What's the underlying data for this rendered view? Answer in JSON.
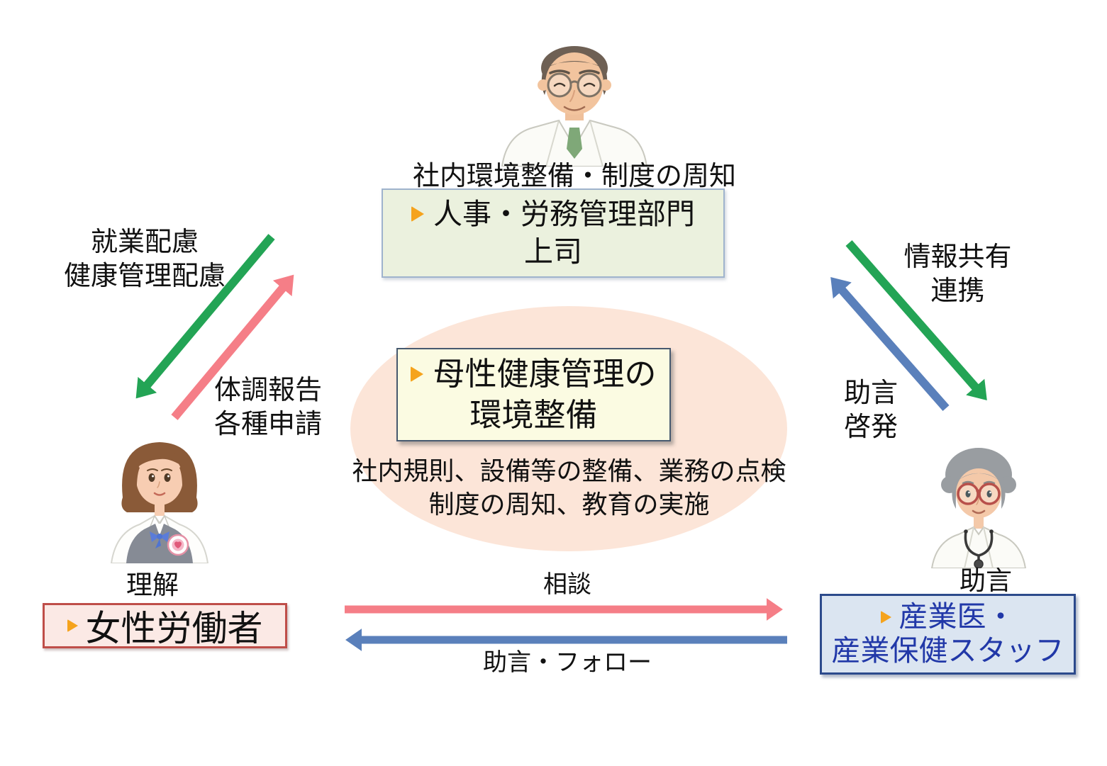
{
  "hr": {
    "caption": "社内環境整備・制度の周知",
    "line1": "人事・労務管理部門",
    "line2": "上司"
  },
  "center": {
    "line1": "母性健康管理の",
    "line2": "環境整備",
    "desc1": "社内規則、設備等の整備、業務の点検",
    "desc2": "制度の周知、教育の実施"
  },
  "worker": {
    "caption": "理解",
    "label": "女性労働者"
  },
  "staff": {
    "caption": "助言",
    "line1": "産業医・",
    "line2": "産業保健スタッフ"
  },
  "arrows": {
    "hr_to_worker": {
      "line1": "就業配慮",
      "line2": "健康管理配慮",
      "color": "#23a455"
    },
    "worker_to_hr": {
      "line1": "体調報告",
      "line2": "各種申請",
      "color": "#f57e87"
    },
    "hr_to_staff": {
      "line1": "情報共有",
      "line2": "連携",
      "color": "#23a455"
    },
    "staff_to_hr": {
      "line1": "助言",
      "line2": "啓発",
      "color": "#5a80bb"
    },
    "worker_to_staff": {
      "label": "相談",
      "color": "#f57e87"
    },
    "staff_to_worker": {
      "label": "助言・フォロー",
      "color": "#5a80bb"
    }
  },
  "colors": {
    "green_arrow": "#23a455",
    "pink_arrow": "#f57e87",
    "blue_arrow": "#5a80bb",
    "orange_bullet": "#f5a31d",
    "hr_box_fill": "#ebf1de",
    "hr_box_border": "#9fb3cd",
    "center_box_fill": "#fbfbe2",
    "center_box_border": "#47596f",
    "ellipse_fill": "#fce5d8",
    "worker_box_fill": "#fbe9e5",
    "worker_box_border": "#bf4e49",
    "staff_box_fill": "#dbe5f1",
    "staff_box_border": "#2c4a8c",
    "staff_text": "#2138a8"
  },
  "icons": {
    "bullet": "orange-right-triangle"
  },
  "illustrations": {
    "hr": "male-manager-glasses-green-tie",
    "worker": "female-worker-gray-vest-maternity-badge",
    "staff": "female-doctor-red-glasses-stethoscope"
  }
}
